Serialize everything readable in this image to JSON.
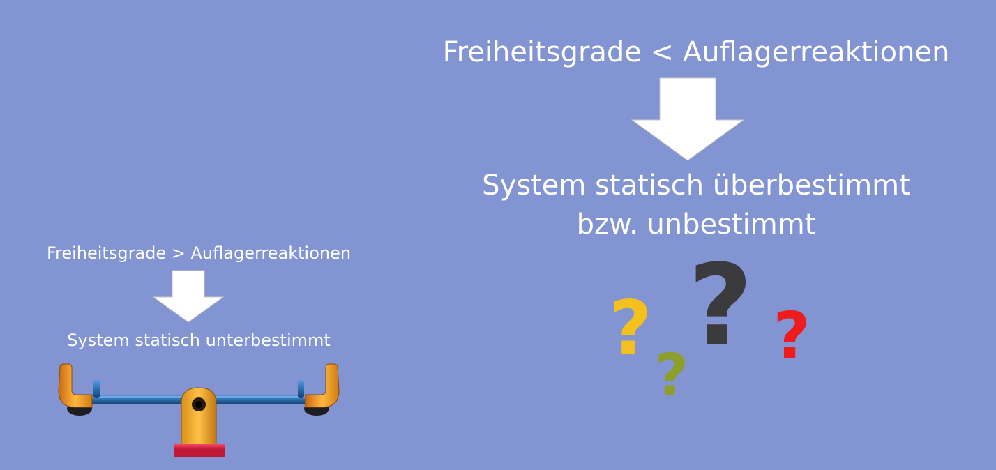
{
  "left": {
    "condition": "Freiheitsgrade > Auflagerreaktionen",
    "result": "System statisch unterbestimmt"
  },
  "right": {
    "condition": "Freiheitsgrade < Auflagerreaktionen",
    "result_line1": "System statisch überbestimmt",
    "result_line2": "bzw. unbestimmt"
  },
  "question_marks": {
    "glyph": "?",
    "colors": [
      "#f4c01d",
      "#8e9e2a",
      "#3b3b3d",
      "#ee1c1c"
    ]
  },
  "colors": {
    "background": "#8294d2",
    "arrow": "#ffffff",
    "seesaw_bar": "#2a6fb0",
    "seesaw_handle": "#f0a020",
    "seesaw_base": "#e02040"
  }
}
